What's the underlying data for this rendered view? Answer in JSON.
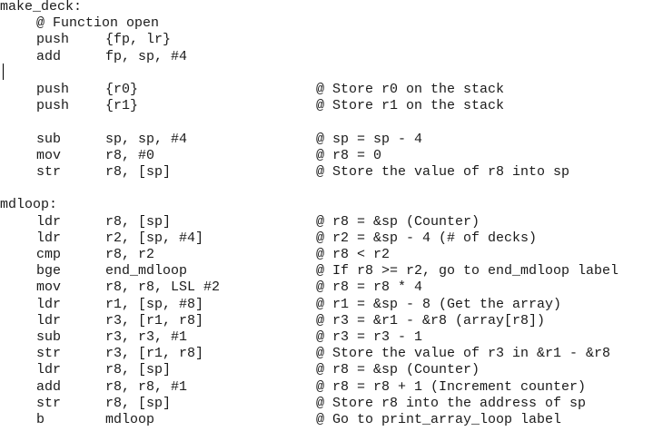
{
  "lines": [
    {
      "kind": "label",
      "label": "make_deck:"
    },
    {
      "kind": "note",
      "text": "@ Function open"
    },
    {
      "kind": "instr",
      "mn": "push",
      "op": "{fp, lr}",
      "cm": ""
    },
    {
      "kind": "instr",
      "mn": "add",
      "op": "fp, sp, #4",
      "cm": ""
    },
    {
      "kind": "blank"
    },
    {
      "kind": "instr",
      "mn": "push",
      "op": "{r0}",
      "cm": "@ Store r0 on the stack"
    },
    {
      "kind": "instr",
      "mn": "push",
      "op": "{r1}",
      "cm": "@ Store r1 on the stack"
    },
    {
      "kind": "blank"
    },
    {
      "kind": "instr",
      "mn": "sub",
      "op": "sp, sp, #4",
      "cm": "@ sp = sp - 4"
    },
    {
      "kind": "instr",
      "mn": "mov",
      "op": "r8, #0",
      "cm": "@ r8 = 0"
    },
    {
      "kind": "instr",
      "mn": "str",
      "op": "r8, [sp]",
      "cm": "@ Store the value of r8 into sp"
    },
    {
      "kind": "blank"
    },
    {
      "kind": "label",
      "label": "mdloop:"
    },
    {
      "kind": "instr",
      "mn": "ldr",
      "op": "r8, [sp]",
      "cm": "@ r8 = &sp (Counter)"
    },
    {
      "kind": "instr",
      "mn": "ldr",
      "op": "r2, [sp, #4]",
      "cm": "@ r2 = &sp - 4 (# of decks)"
    },
    {
      "kind": "instr",
      "mn": "cmp",
      "op": "r8, r2",
      "cm": "@ r8 < r2"
    },
    {
      "kind": "instr",
      "mn": "bge",
      "op": "end_mdloop",
      "cm": "@ If r8 >= r2, go to end_mdloop label"
    },
    {
      "kind": "instr",
      "mn": "mov",
      "op": "r8, r8, LSL #2",
      "cm": "@ r8 = r8 * 4"
    },
    {
      "kind": "instr",
      "mn": "ldr",
      "op": "r1, [sp, #8]",
      "cm": "@ r1 = &sp - 8 (Get the array)"
    },
    {
      "kind": "instr",
      "mn": "ldr",
      "op": "r3, [r1, r8]",
      "cm": "@ r3 = &r1 - &r8 (array[r8])"
    },
    {
      "kind": "instr",
      "mn": "sub",
      "op": "r3, r3, #1",
      "cm": "@ r3 = r3 - 1"
    },
    {
      "kind": "instr",
      "mn": "str",
      "op": "r3, [r1, r8]",
      "cm": "@ Store the value of r3 in &r1 - &r8"
    },
    {
      "kind": "instr",
      "mn": "ldr",
      "op": "r8, [sp]",
      "cm": "@ r8 = &sp (Counter)"
    },
    {
      "kind": "instr",
      "mn": "add",
      "op": "r8, r8, #1",
      "cm": "@ r8 = r8 + 1 (Increment counter)"
    },
    {
      "kind": "instr",
      "mn": "str",
      "op": "r8, [sp]",
      "cm": "@ Store r8 into the address of sp"
    },
    {
      "kind": "instr",
      "mn": "b",
      "op": "mdloop",
      "cm": "@ Go to print_array_loop label"
    }
  ]
}
